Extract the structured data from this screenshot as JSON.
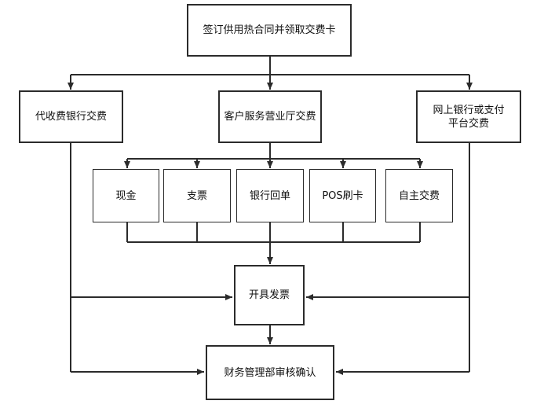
{
  "diagram": {
    "nodes": {
      "sign_contract": "签订供用热合同并领取交费卡",
      "agent_bank": "代收费银行交费",
      "service_hall": "客户服务营业厅交费",
      "online_bank": "网上银行或支付平台交费",
      "cash": "现金",
      "check": "支票",
      "bank_receipt": "银行回单",
      "pos": "POS刷卡",
      "self_service": "自主交费",
      "invoice": "开具发票",
      "finance_review": "财务管理部审核确认"
    }
  }
}
